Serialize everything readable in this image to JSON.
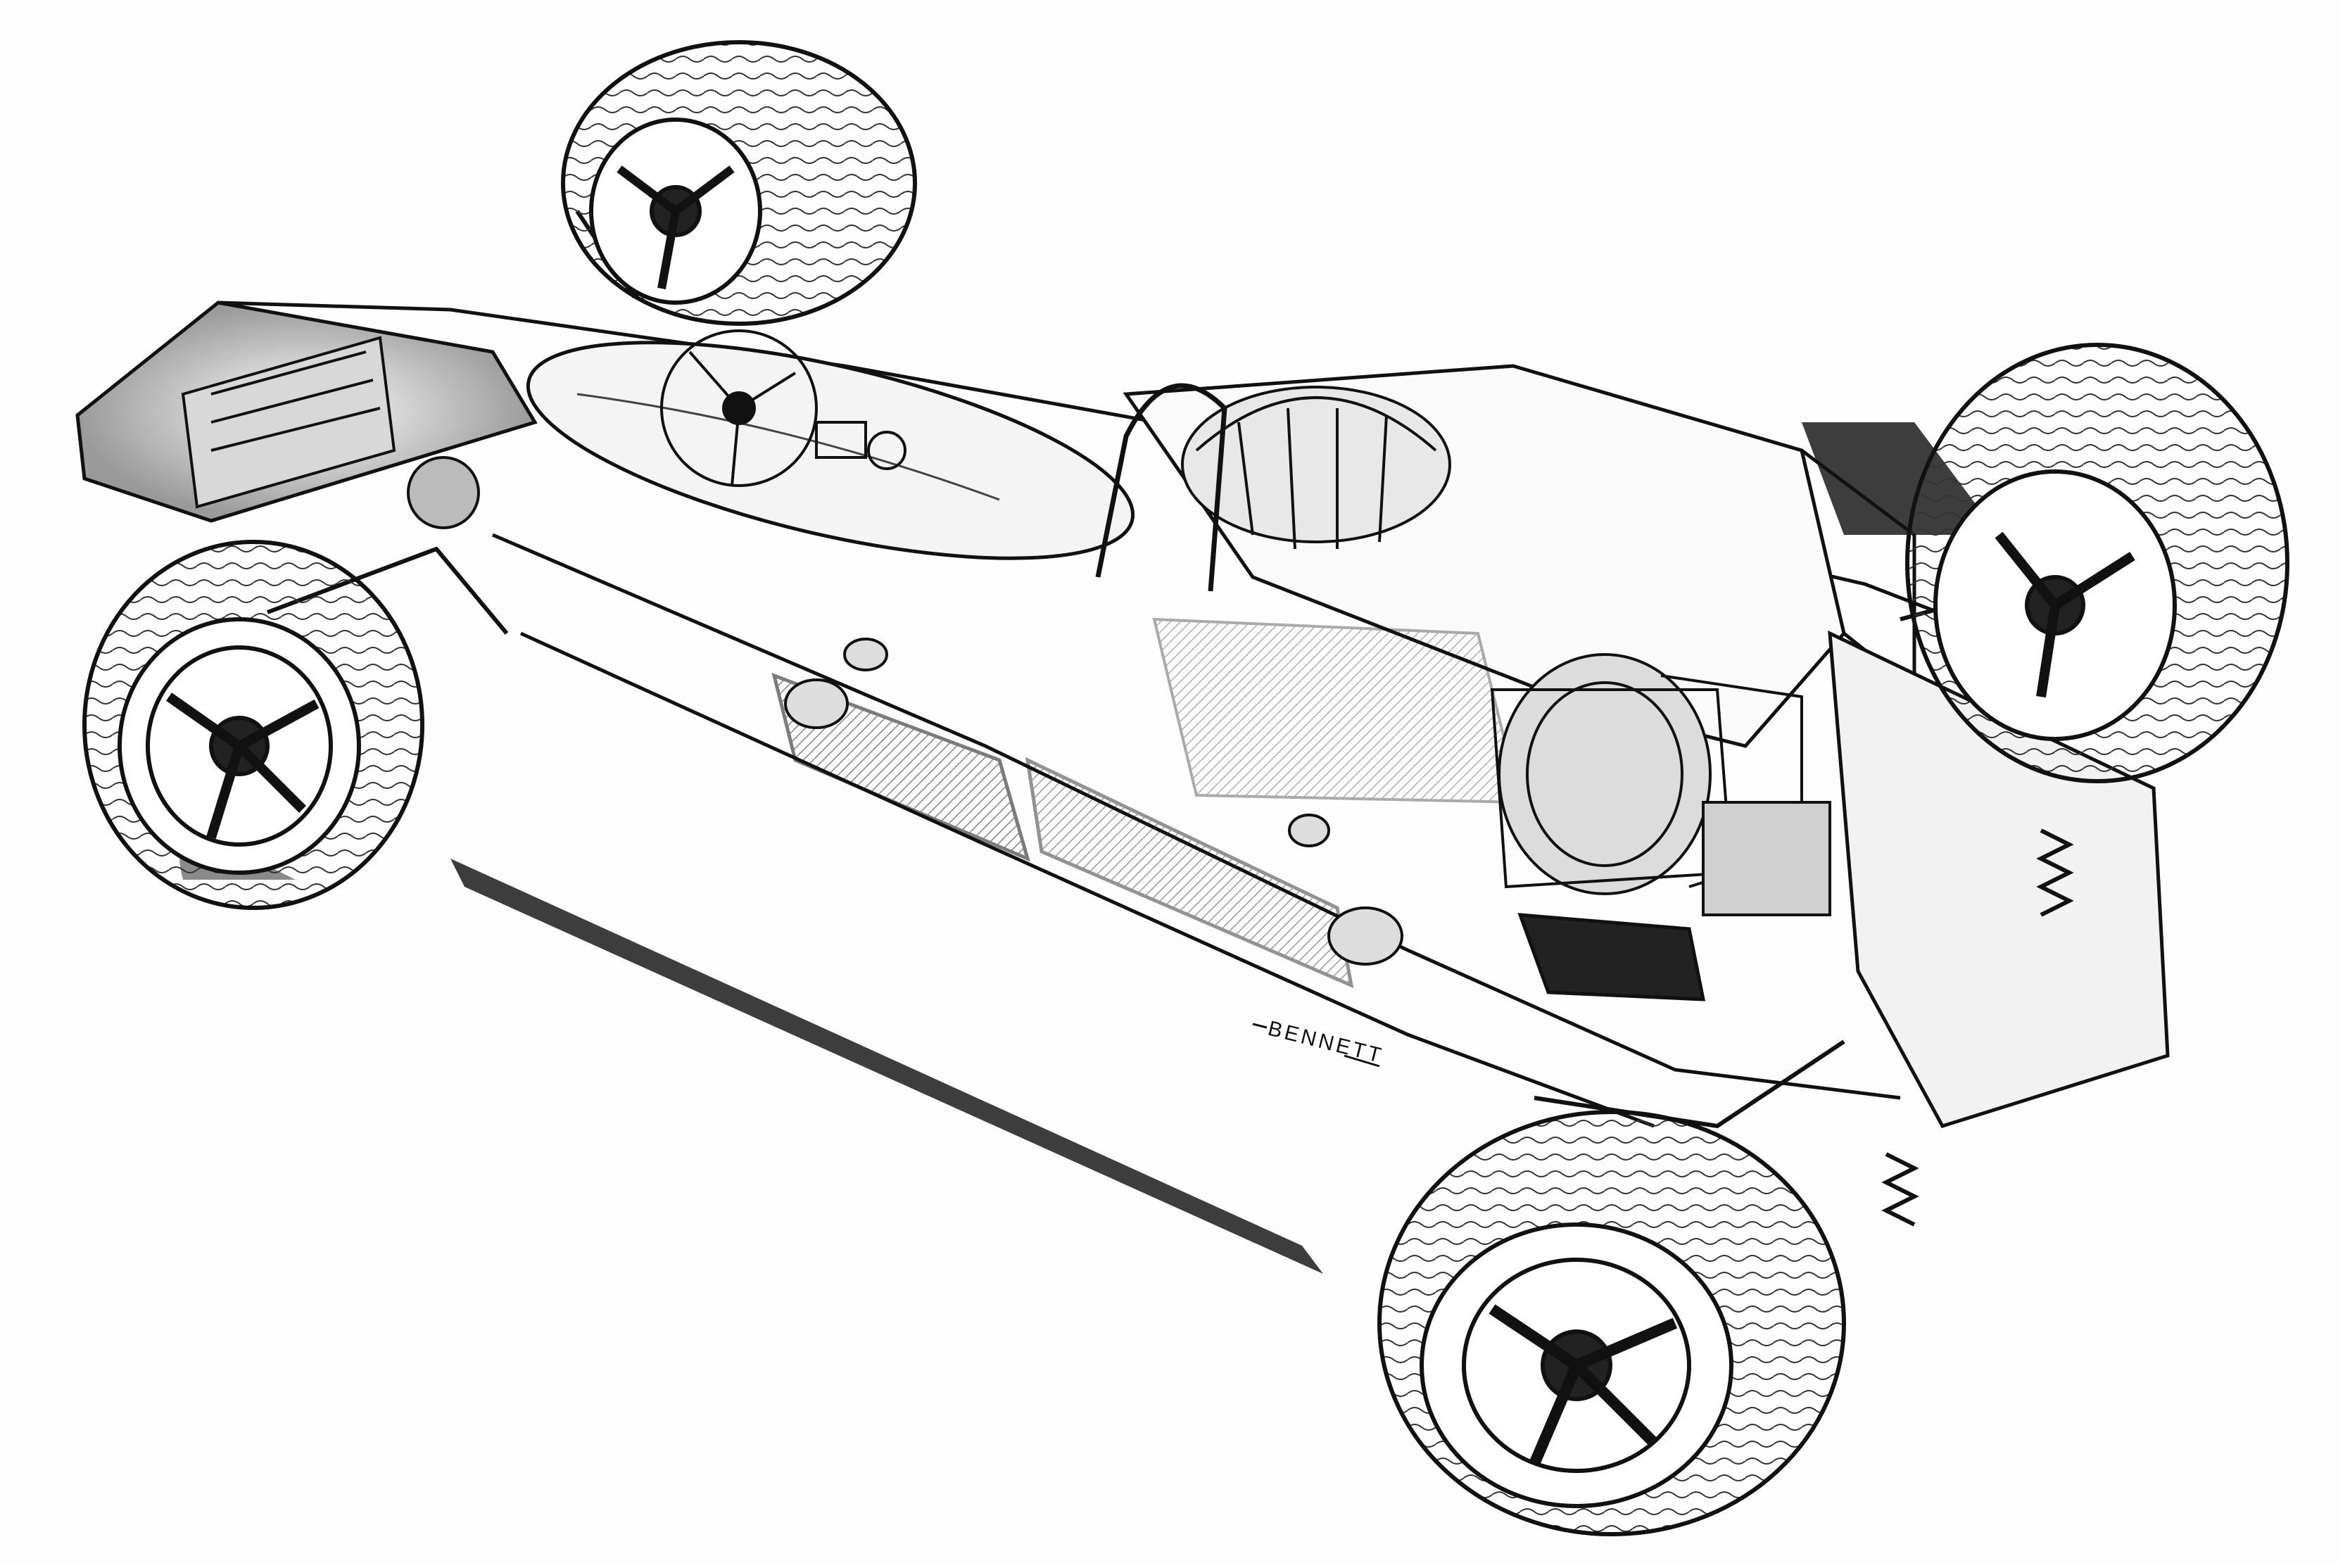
{
  "illustration": {
    "subject": "race-car-cutaway",
    "style": "pen-and-ink",
    "signature": "BENNETT",
    "colors": {
      "paper": "#fdfdfd",
      "ink": "#111111",
      "shade": "#555555"
    }
  }
}
